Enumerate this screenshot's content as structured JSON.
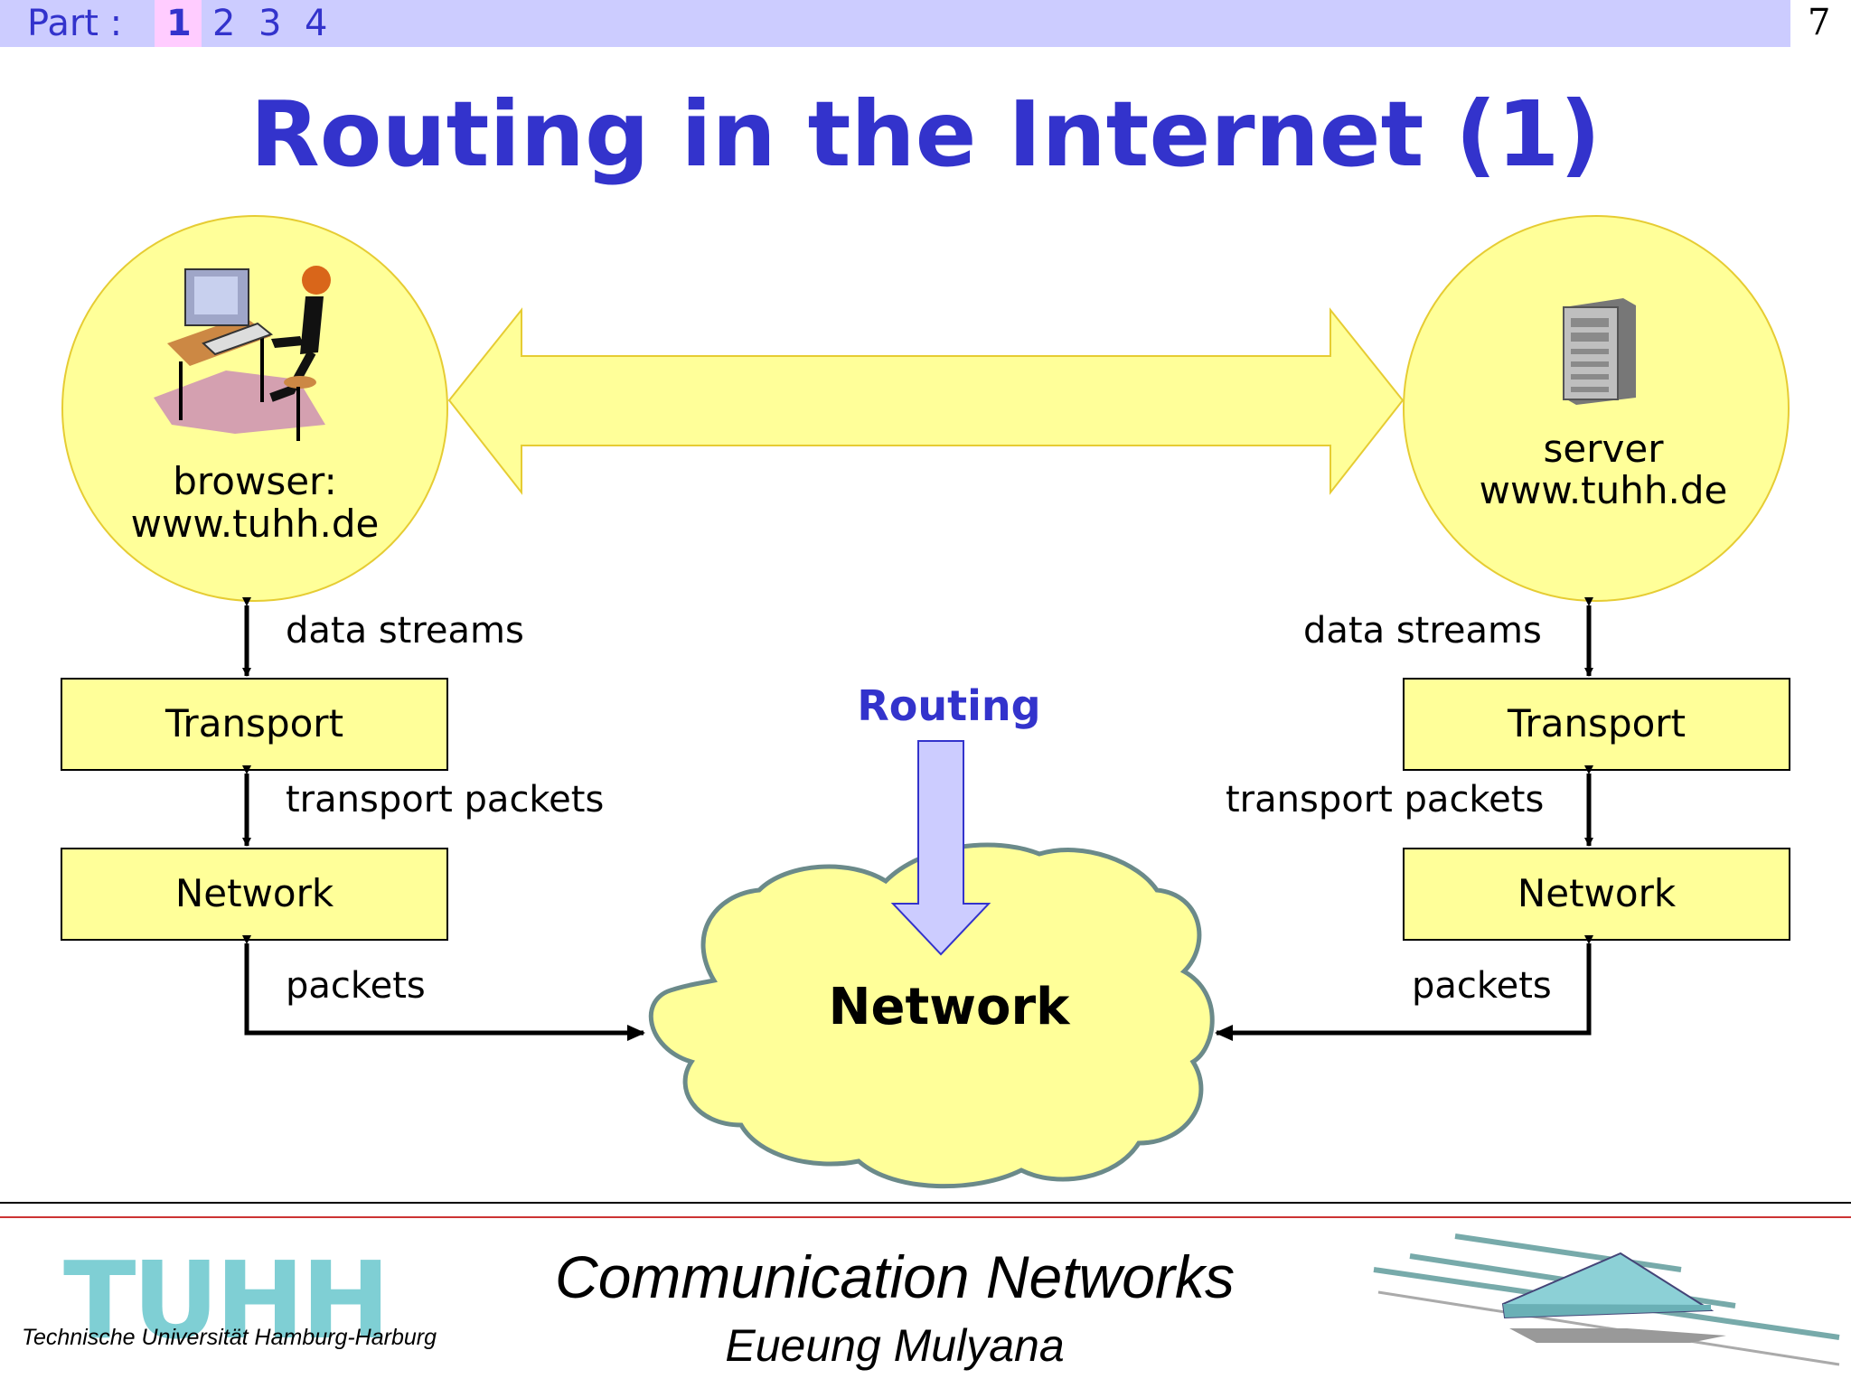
{
  "header": {
    "part_label": "Part :",
    "parts": [
      "1",
      "2",
      "3",
      "4"
    ],
    "active_part": "1",
    "slide_number": "7"
  },
  "title": "Routing in the Internet (1)",
  "client": {
    "circle_label_line1": "browser:",
    "circle_label_line2": "www.tuhh.de",
    "stream_label": "data streams",
    "transport_box": "Transport",
    "transport_packets_label": "transport packets",
    "network_box": "Network",
    "packets_label": "packets"
  },
  "server": {
    "circle_label_line1": "server",
    "circle_label_line2": "www.tuhh.de",
    "stream_label": "data streams",
    "transport_box": "Transport",
    "transport_packets_label": "transport packets",
    "network_box": "Network",
    "packets_label": "packets"
  },
  "center": {
    "routing_label": "Routing",
    "cloud_label": "Network"
  },
  "footer": {
    "logo_text": "TUHH",
    "logo_subtitle": "Technische Universität Hamburg-Harburg",
    "course_title": "Communication Networks",
    "author": "Eueung Mulyana"
  },
  "colors": {
    "title": "#3333cc",
    "header_bar": "#ccccff",
    "active_part_bg": "#ffccff",
    "box_fill": "#ffff99",
    "circle_fill": "#ffff99",
    "arrow_fill": "#ffff99",
    "routing_arrow_fill": "#ccccff",
    "footer_rule": "#cc3333",
    "logo": "#7fcfd4"
  }
}
